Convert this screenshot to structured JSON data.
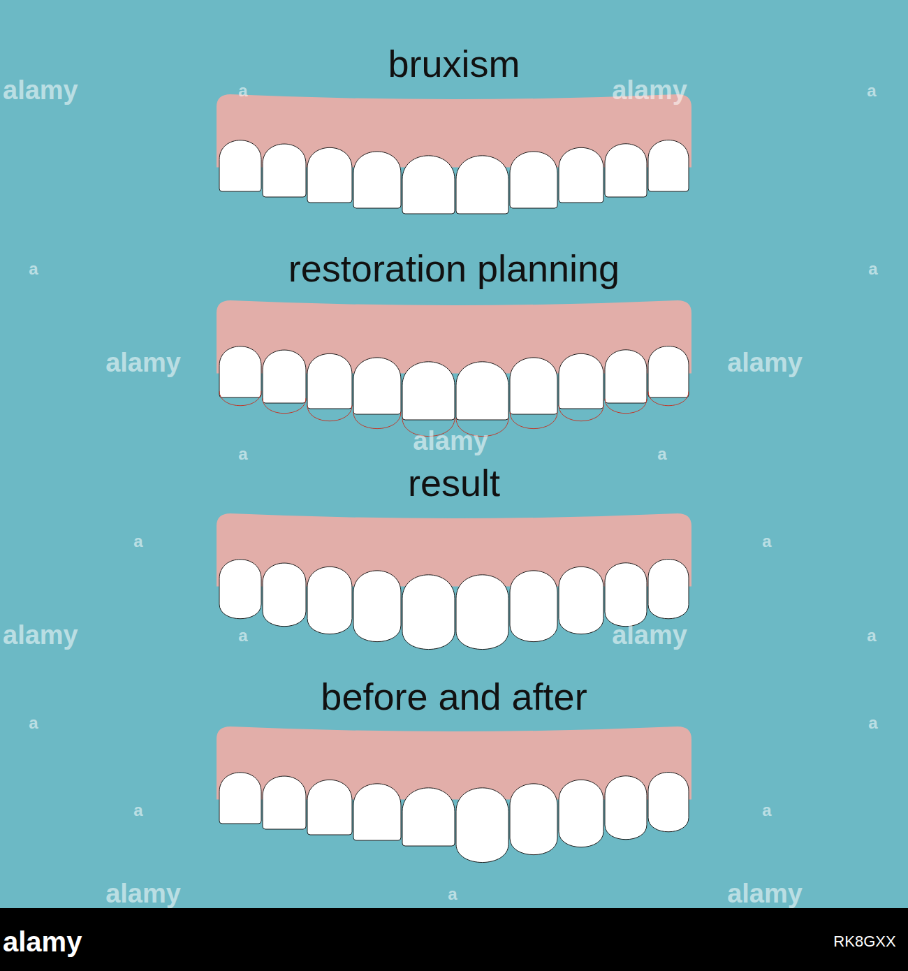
{
  "diagram": {
    "labels": [
      "bruxism",
      "restoration planning",
      "result",
      "before and after",
      "alamy",
      "a",
      "alamy",
      "a",
      "a",
      "a",
      "alamy",
      "alamy",
      "alamy",
      "a",
      "a",
      "a",
      "a",
      "alamy",
      "a",
      "alamy",
      "a",
      "a",
      "a",
      "a",
      "a",
      "alamy",
      "a",
      "alamy",
      "alamy",
      "RK8GXX"
    ]
  }
}
